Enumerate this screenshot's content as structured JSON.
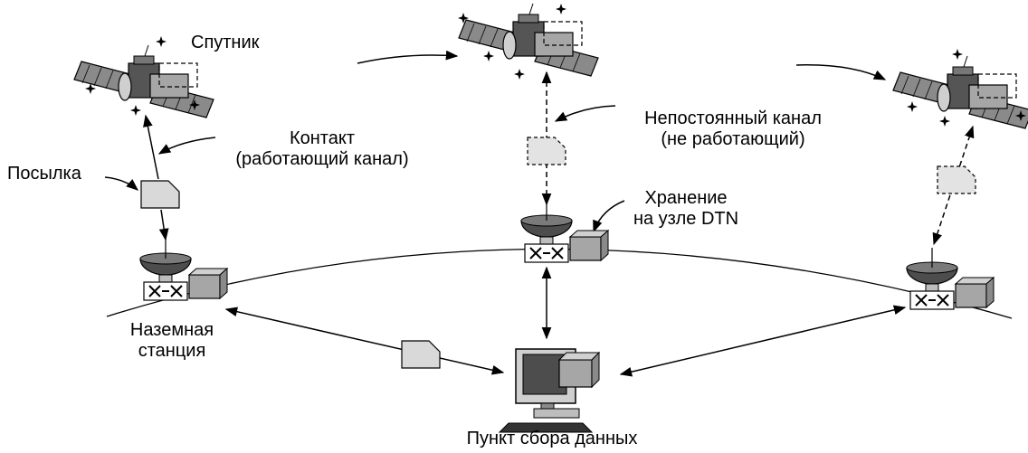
{
  "labels": {
    "satellite": "Спутник",
    "contact_line1": "Контакт",
    "contact_line2": "(работающий канал)",
    "parcel": "Посылка",
    "intermittent_line1": "Непостоянный канал",
    "intermittent_line2": "(не работающий)",
    "storage_line1": "Хранение",
    "storage_line2": "на узле DTN",
    "ground_line1": "Наземная",
    "ground_line2": "станция",
    "collection_point": "Пункт сбора данных"
  },
  "colors": {
    "line": "#000000",
    "parcel_fill": "#d9d9d9",
    "parcel_dashed_fill": "#e3e3e3",
    "box_fill": "#a6a6a6",
    "dish": "#555555"
  }
}
